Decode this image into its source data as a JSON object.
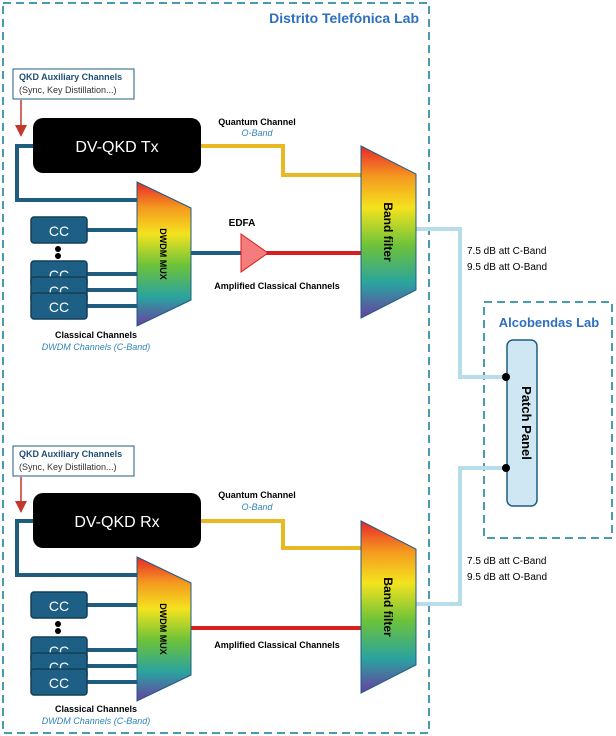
{
  "labs": {
    "main": "Distrito Telefónica Lab",
    "remote": "Alcobendas Lab"
  },
  "top": {
    "aux_title": "QKD Auxiliary Channels",
    "aux_sub": "(Sync, Key Distillation...)",
    "qkd_label": "DV-QKD Tx",
    "quantum_label": "Quantum Channel",
    "quantum_band": "O-Band",
    "edfa_label": "EDFA",
    "amplified_label": "Amplified Classical Channels",
    "mux_label": "DWDM MUX",
    "filter_label": "Band filter",
    "cc_label": "CC",
    "classical_title": "Classical Channels",
    "classical_sub": "DWDM Channels (C-Band)",
    "att_cband": "7.5 dB att C-Band",
    "att_oband": "9.5 dB att O-Band"
  },
  "bottom": {
    "aux_title": "QKD Auxiliary Channels",
    "aux_sub": "(Sync, Key Distillation...)",
    "qkd_label": "DV-QKD Rx",
    "quantum_label": "Quantum Channel",
    "quantum_band": "O-Band",
    "amplified_label": "Amplified Classical Channels",
    "mux_label": "DWDM MUX",
    "filter_label": "Band filter",
    "cc_label": "CC",
    "classical_title": "Classical Channels",
    "classical_sub": "DWDM Channels (C-Band)",
    "att_cband": "7.5 dB att C-Band",
    "att_oband": "9.5 dB att O-Band"
  },
  "patch_panel": {
    "label": "Patch Panel"
  },
  "colors": {
    "lab_border": "#4a9bb0",
    "lab_title": "#2f6fbf",
    "qkd_box": "#000000",
    "cc_fill": "#1e5f86",
    "cc_stroke": "#123e57",
    "dark_fiber": "#1f5d7f",
    "quantum_fiber": "#e8b923",
    "classical_fiber": "#d81e1e",
    "light_fiber": "#b7dcea",
    "patch_fill": "#cfe6f3",
    "edfa_fill": "#f47c7c",
    "aux_arrow": "#c0392b",
    "italic_blue": "#2f86b8"
  }
}
